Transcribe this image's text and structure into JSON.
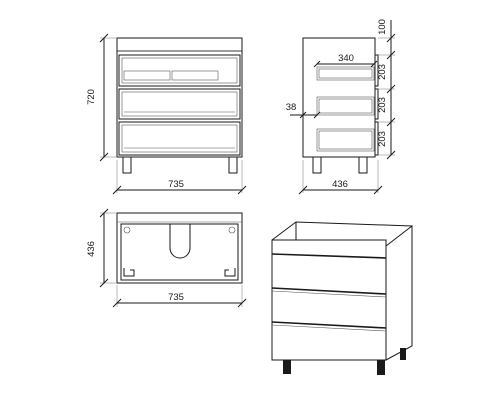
{
  "front_view": {
    "height_label": "720",
    "width_label": "735"
  },
  "side_view": {
    "top_label": "100",
    "drawer_labels": [
      "203",
      "203",
      "203"
    ],
    "inner_width_label": "340",
    "offset_label": "38",
    "depth_label": "436"
  },
  "top_view": {
    "depth_label": "436",
    "width_label": "735"
  }
}
